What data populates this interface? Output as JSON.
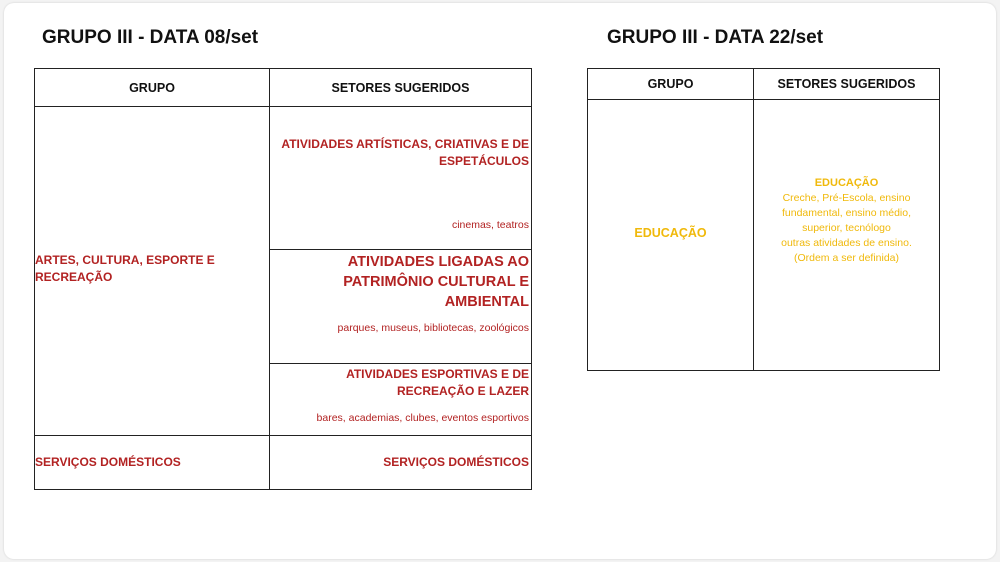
{
  "left": {
    "heading": "GRUPO III - DATA 08/set",
    "header": {
      "group": "GRUPO",
      "sectors": "SETORES SUGERIDOS"
    },
    "row1": {
      "group": "ARTES, CULTURA, ESPORTE E RECREAÇÃO",
      "sectors": [
        {
          "title": "ATIVIDADES ARTÍSTICAS, CRIATIVAS E DE ESPETÁCULOS",
          "sub": "cinemas, teatros"
        },
        {
          "title": "ATIVIDADES LIGADAS AO PATRIMÔNIO CULTURAL E AMBIENTAL",
          "sub": "parques, museus, bibliotecas, zoológicos"
        },
        {
          "title": "ATIVIDADES ESPORTIVAS E DE RECREAÇÃO E LAZER",
          "sub": "bares, academias, clubes, eventos esportivos"
        }
      ]
    },
    "row2": {
      "group": "SERVIÇOS DOMÉSTICOS",
      "sector": "SERVIÇOS DOMÉSTICOS"
    }
  },
  "right": {
    "heading": "GRUPO III - DATA 22/set",
    "header": {
      "group": "GRUPO",
      "sectors": "SETORES SUGERIDOS"
    },
    "row1": {
      "group": "EDUCAÇÃO",
      "sector_title": "EDUCAÇÃO",
      "sector_lines": [
        "Creche, Pré-Escola, ensino",
        "fundamental, ensino médio,",
        "superior, tecnólogo",
        "outras atividades de ensino.",
        "(Ordem a ser definida)"
      ]
    }
  },
  "colors": {
    "red": "#b22222",
    "yellow": "#f0b90b",
    "text": "#111111"
  }
}
